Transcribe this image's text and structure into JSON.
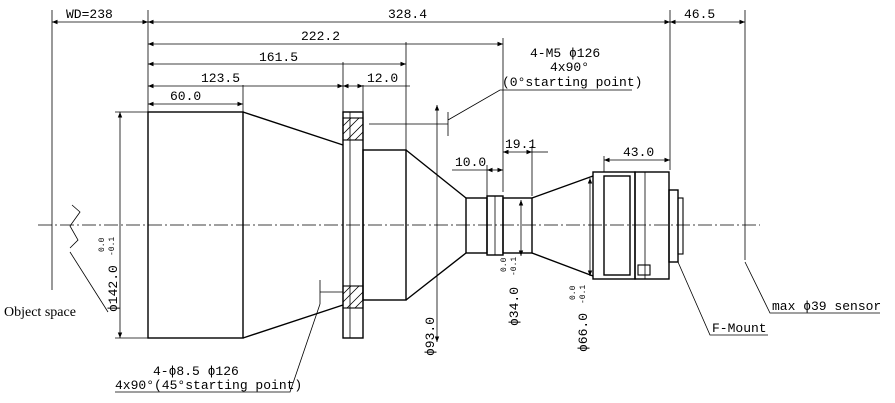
{
  "dimensions": {
    "wd": "WD=238",
    "total_length": "328.4",
    "mount_offset": "46.5",
    "d_222": "222.2",
    "d_161": "161.5",
    "d_123": "123.5",
    "d_60": "60.0",
    "d_12": "12.0",
    "d_10": "10.0",
    "d_19": "19.1",
    "d_43": "43.0"
  },
  "diameters": {
    "front": "ϕ142.0",
    "flange": "ϕ93.0",
    "waist": "ϕ34.0",
    "rear": "ϕ66.0",
    "tol_upper": "0.0",
    "tol_lower": "-0.1"
  },
  "callouts": {
    "m5_line1": "4-M5  ϕ126",
    "m5_line2": "4x90°",
    "m5_line3": "(0°starting point)",
    "hole_line1": "4-ϕ8.5  ϕ126",
    "hole_line2": "4x90°(45°starting point)",
    "object_space": "Object space",
    "f_mount": "F-Mount",
    "sensor": "max  ϕ39 sensor"
  }
}
